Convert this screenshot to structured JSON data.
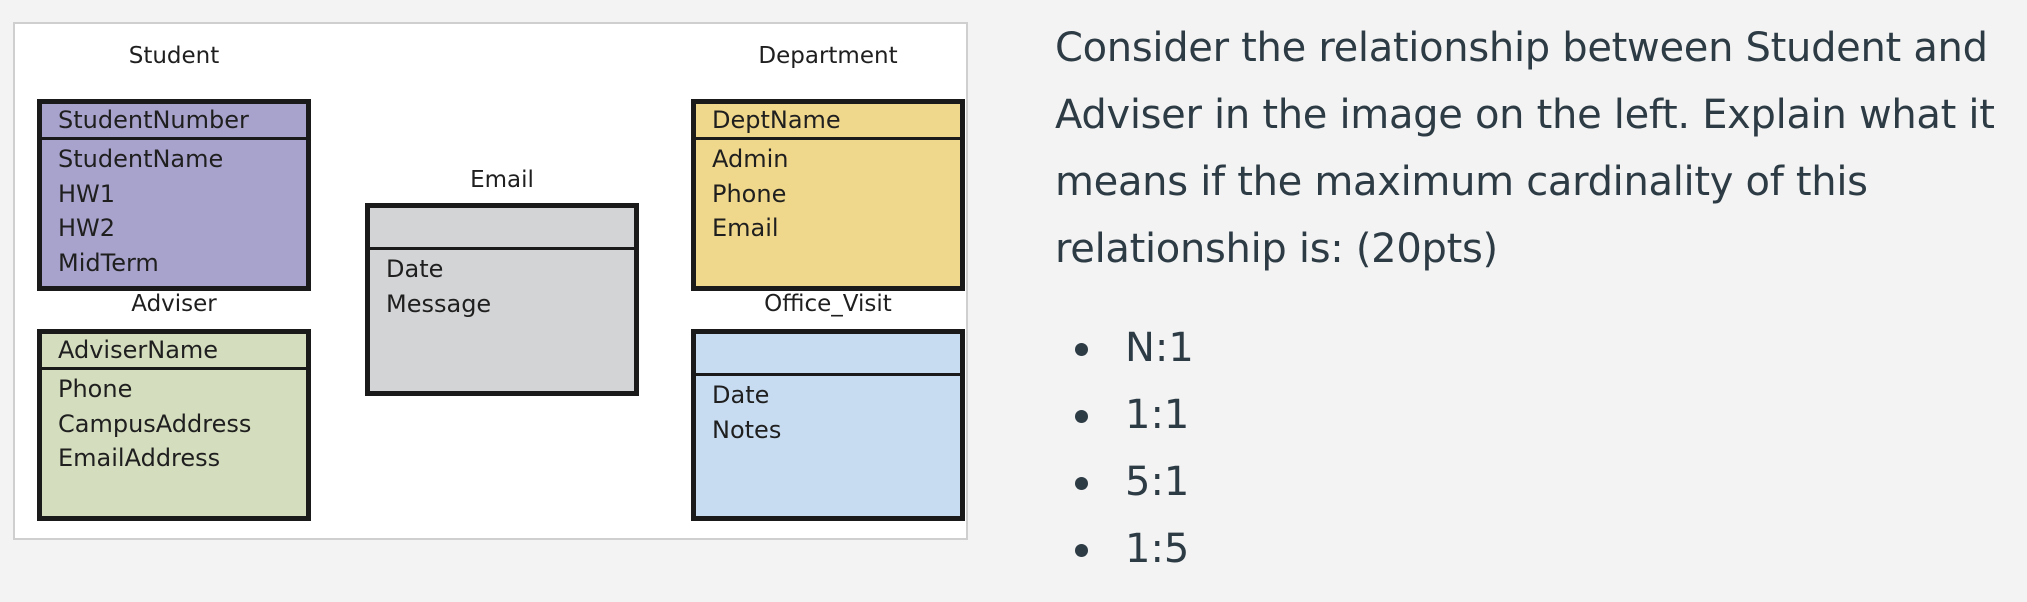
{
  "diagram": {
    "entities": {
      "student": {
        "title": "Student",
        "key": "StudentNumber",
        "attributes": [
          "StudentName",
          "HW1",
          "HW2",
          "MidTerm"
        ],
        "color": "#a8a3cc"
      },
      "adviser": {
        "title": "Adviser",
        "key": "AdviserName",
        "attributes": [
          "Phone",
          "CampusAddress",
          "EmailAddress"
        ],
        "color": "#d4ddbd"
      },
      "email": {
        "title": "Email",
        "key": "",
        "attributes": [
          "Date",
          "Message"
        ],
        "color": "#d3d4d6"
      },
      "department": {
        "title": "Department",
        "key": "DeptName",
        "attributes": [
          "Admin",
          "Phone",
          "Email"
        ],
        "color": "#efd78b"
      },
      "office_visit": {
        "title": "Office_Visit",
        "key": "",
        "attributes": [
          "Date",
          "Notes"
        ],
        "color": "#c7dcf1"
      }
    }
  },
  "question": {
    "text": "Consider the relationship between Student and Adviser in the image on the left. Explain what it means if the maximum cardinality of this relationship is: (20pts)",
    "options": [
      "N:1",
      "1:1",
      "5:1",
      "1:5"
    ]
  }
}
